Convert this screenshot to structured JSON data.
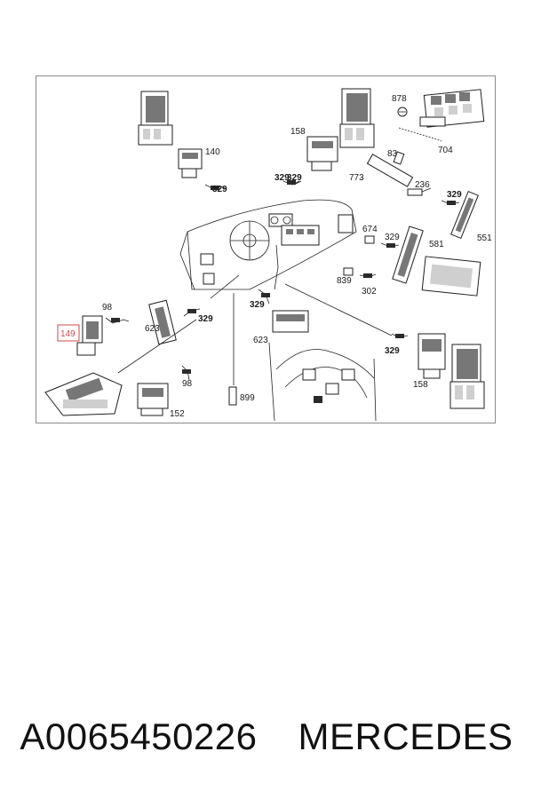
{
  "diagram": {
    "labels": {
      "p140": "140",
      "p158a": "158",
      "p878": "878",
      "p704": "704",
      "p83": "83",
      "p773": "773",
      "p236": "236",
      "p329a": "329",
      "p329b": "329",
      "p329c": "329",
      "p329d": "329",
      "p329e": "329",
      "p329f": "329",
      "p329g": "329",
      "p551": "551",
      "p674": "674",
      "p329h": "329",
      "p581": "581",
      "p839": "839",
      "p302": "302",
      "p98a": "98",
      "p149": "149",
      "p623a": "623",
      "p623b": "623",
      "p98b": "98",
      "p152": "152",
      "p899": "899",
      "p158b": "158"
    }
  },
  "caption": {
    "part_number": "A0065450226",
    "brand": "MERCEDES"
  }
}
